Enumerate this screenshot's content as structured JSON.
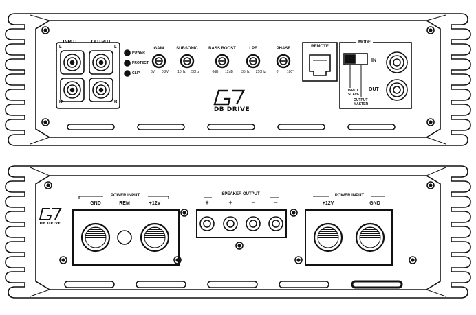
{
  "top_panel": {
    "input_label": "INPUT",
    "output_label": "OUTPUT",
    "left_channel": "L",
    "right_channel": "R",
    "indicators": [
      "POWER",
      "PROTECT",
      "CLIP"
    ],
    "knobs": [
      {
        "name": "GAIN",
        "min": "6V",
        "max": "0.2V"
      },
      {
        "name": "SUBSONIC",
        "min": "10Hz",
        "max": "50Hz"
      },
      {
        "name": "BASS BOOST",
        "min": "0dB",
        "max": "12dB"
      },
      {
        "name": "LPF",
        "min": "35Hz",
        "max": "250Hz"
      },
      {
        "name": "PHASE",
        "min": "0°",
        "max": "180°"
      }
    ],
    "remote_label": "REMOTE",
    "mode_label": "MODE",
    "mode_options": {
      "input": "INPUT",
      "slave": "SLAVE",
      "output": "OUTPUT",
      "master": "MASTER"
    },
    "in_label": "IN",
    "out_label": "OUT",
    "brand": "DB DRIVE"
  },
  "bottom_panel": {
    "brand": "DB DRIVE",
    "power_input_left": {
      "title": "POWER INPUT",
      "labels": [
        "GND",
        "REM",
        "+12V"
      ]
    },
    "speaker_output": {
      "title": "SPEAKER OUTPUT",
      "polarity": [
        "+",
        "+",
        "−",
        "−"
      ]
    },
    "power_input_right": {
      "title": "POWER INPUT",
      "labels": [
        "+12V",
        "GND"
      ]
    }
  }
}
